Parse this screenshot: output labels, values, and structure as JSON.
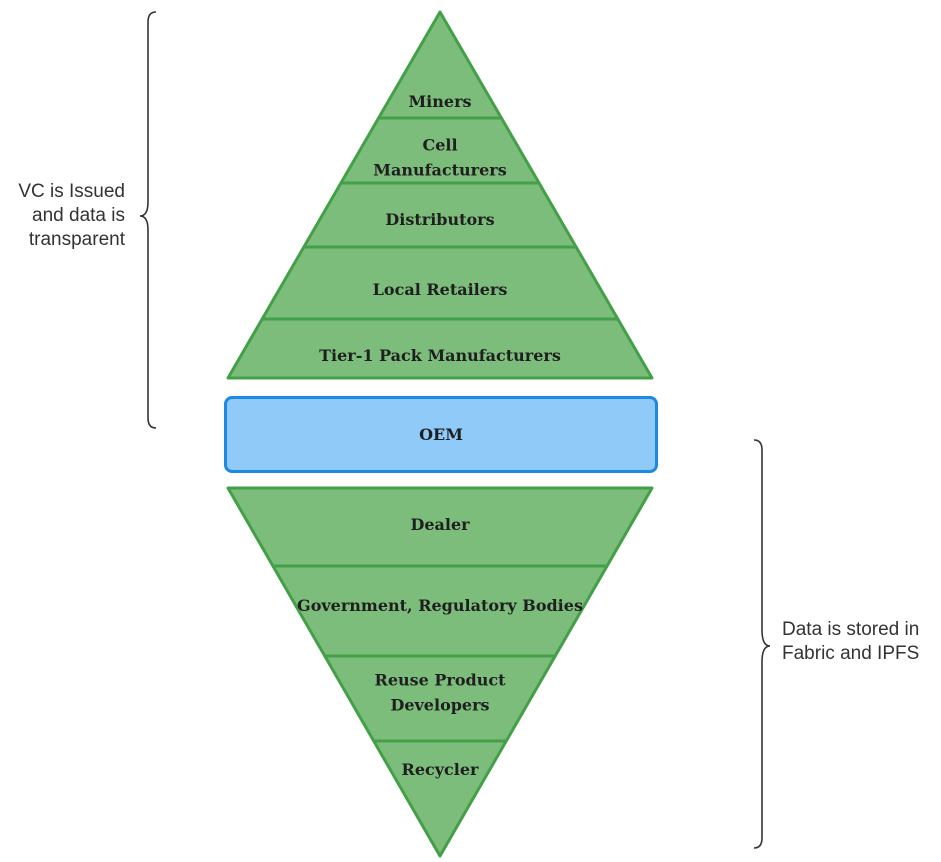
{
  "upper_tiers": [
    {
      "id": "miners",
      "lines": [
        "Miners"
      ]
    },
    {
      "id": "cell-manufacturers",
      "lines": [
        "Cell",
        "Manufacturers"
      ]
    },
    {
      "id": "distributors",
      "lines": [
        "Distributors"
      ]
    },
    {
      "id": "local-retailers",
      "lines": [
        "Local Retailers"
      ]
    },
    {
      "id": "tier1-pack-manufacturers",
      "lines": [
        "Tier-1 Pack Manufacturers"
      ]
    }
  ],
  "center": {
    "label": "OEM"
  },
  "lower_tiers": [
    {
      "id": "dealer",
      "lines": [
        "Dealer"
      ]
    },
    {
      "id": "government-regulatory-bodies",
      "lines": [
        "Government, Regulatory Bodies"
      ]
    },
    {
      "id": "reuse-product-developers",
      "lines": [
        "Reuse Product",
        "Developers"
      ]
    },
    {
      "id": "recycler",
      "lines": [
        "Recycler"
      ]
    }
  ],
  "notes": {
    "left": "VC is Issued\nand data is\ntransparent",
    "right": "Data is stored in\nFabric and IPFS"
  },
  "colors": {
    "tier_fill": "#7cbd7c",
    "tier_stroke": "#43a047",
    "oem_fill": "#90caf9",
    "oem_stroke": "#1e88e5",
    "brace": "#333333"
  }
}
